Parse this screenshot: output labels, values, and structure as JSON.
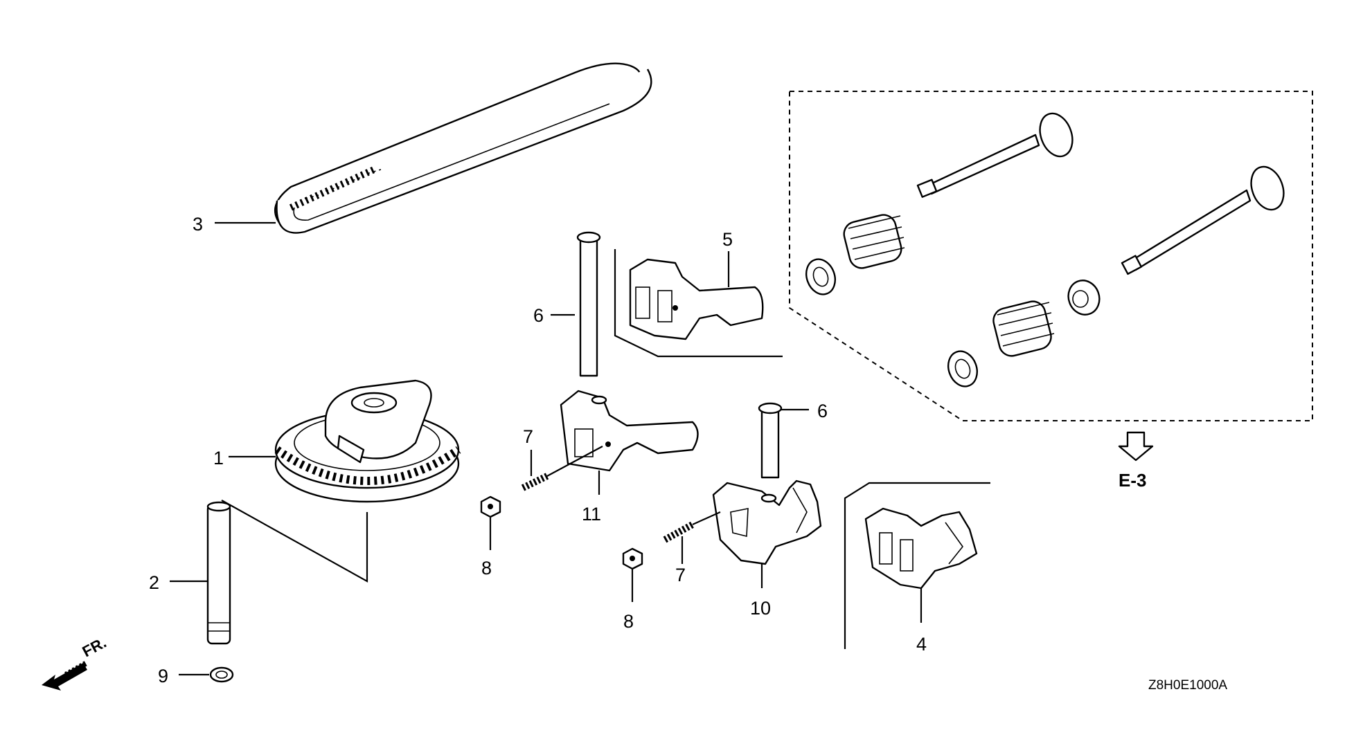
{
  "callouts": {
    "c1": "1",
    "c2": "2",
    "c3": "3",
    "c4": "4",
    "c5": "5",
    "c6a": "6",
    "c6b": "6",
    "c7a": "7",
    "c7b": "7",
    "c8a": "8",
    "c8b": "8",
    "c9": "9",
    "c10": "10",
    "c11": "11"
  },
  "reference": "E-3",
  "front_label": "FR.",
  "diagram_code": "Z8H0E1000A"
}
